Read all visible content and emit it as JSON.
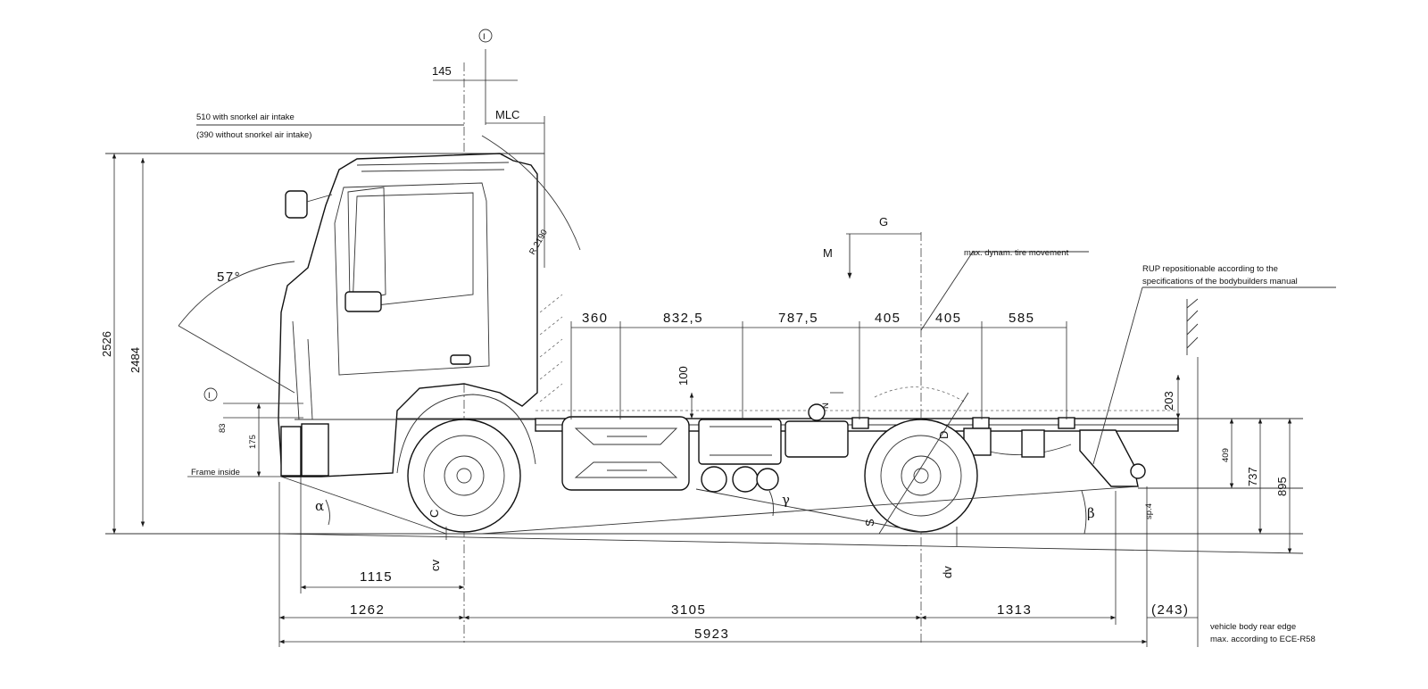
{
  "labels": {
    "snorkel_with": "510 with snorkel air intake",
    "snorkel_without": "(390 without snorkel air intake)",
    "frame_inside": "Frame inside",
    "max_dyn_tire": "max. dynam. tire movement",
    "rup_line1": "RUP repositionable according to the",
    "rup_line2": "specifications of the bodybuilders manual",
    "body_edge_line1": "vehicle body rear edge",
    "body_edge_line2": "max. according to ECE-R58",
    "mlc": "MLC",
    "radius": "R 2190",
    "angle_57": "57°",
    "M": "M",
    "G": "G",
    "N": "N",
    "D": "D",
    "C": "C",
    "S": "S",
    "cv": "cv",
    "dv": "dv",
    "sp4": "sp.4",
    "alpha": "α",
    "beta": "β",
    "gamma": "γ",
    "circle_I": "I"
  },
  "dims": {
    "d145": "145",
    "d2526": "2526",
    "d2484": "2484",
    "d83": "83",
    "d175": "175",
    "d100": "100",
    "d203": "203",
    "d409": "409",
    "d737": "737",
    "d895": "895",
    "top_chain": [
      "360",
      "832,5",
      "787,5",
      "405",
      "405",
      "585"
    ],
    "d1115": "1115",
    "d1262": "1262",
    "d3105": "3105",
    "d1313": "1313",
    "d243": "(243)",
    "d5923": "5923"
  }
}
